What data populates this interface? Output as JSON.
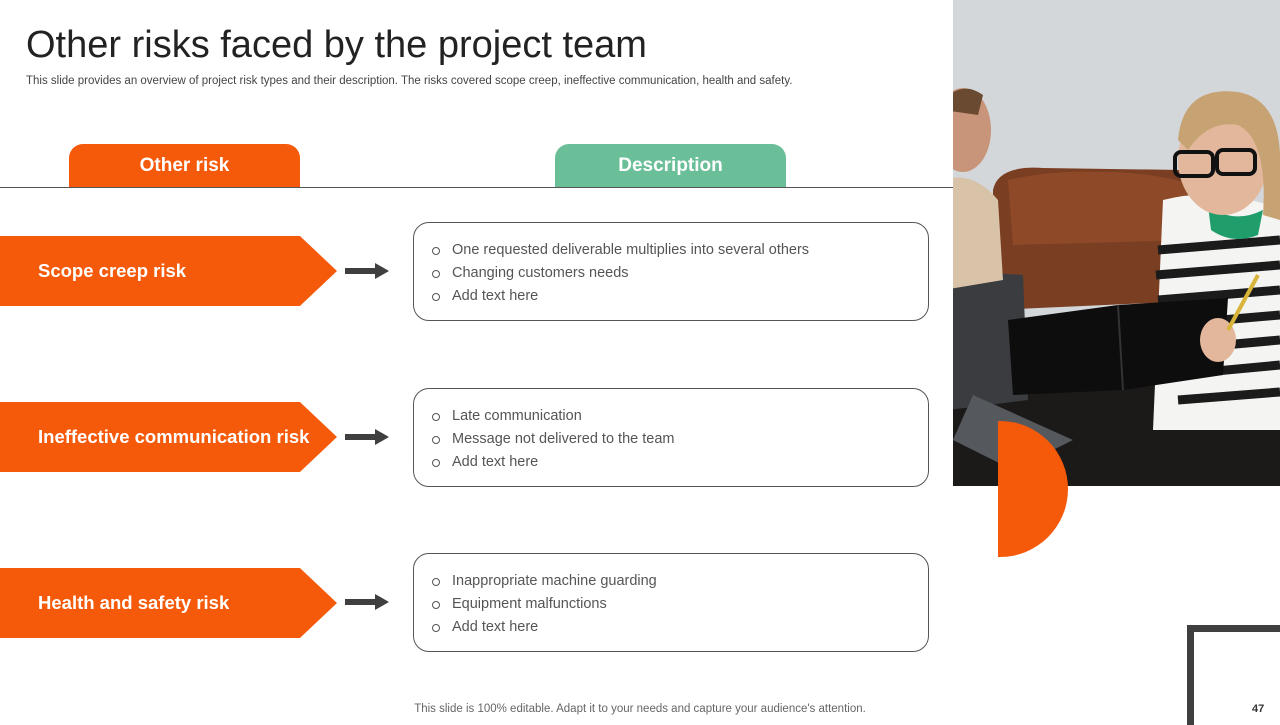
{
  "slide": {
    "title": "Other risks faced by the project team",
    "subtitle": "This slide provides an overview of project risk types and their description. The risks covered scope creep, ineffective communication, health and safety.",
    "footer": "This slide is 100% editable. Adapt it to your needs and capture your audience's attention.",
    "page_number": "47"
  },
  "headers": {
    "risk": "Other risk",
    "description": "Description"
  },
  "risks": [
    {
      "label": "Scope creep risk",
      "items": [
        "One requested deliverable multiplies into several others",
        "Changing customers needs",
        "Add text here"
      ]
    },
    {
      "label": "Ineffective communication risk",
      "items": [
        "Late communication",
        "Message not delivered to the team",
        "Add text here"
      ]
    },
    {
      "label": "Health and safety risk",
      "items": [
        "Inappropriate machine guarding",
        "Equipment malfunctions",
        "Add text here"
      ]
    }
  ],
  "colors": {
    "accent_orange": "#f55a0a",
    "accent_green": "#6abf98",
    "arrow": "#3f3f3f"
  }
}
